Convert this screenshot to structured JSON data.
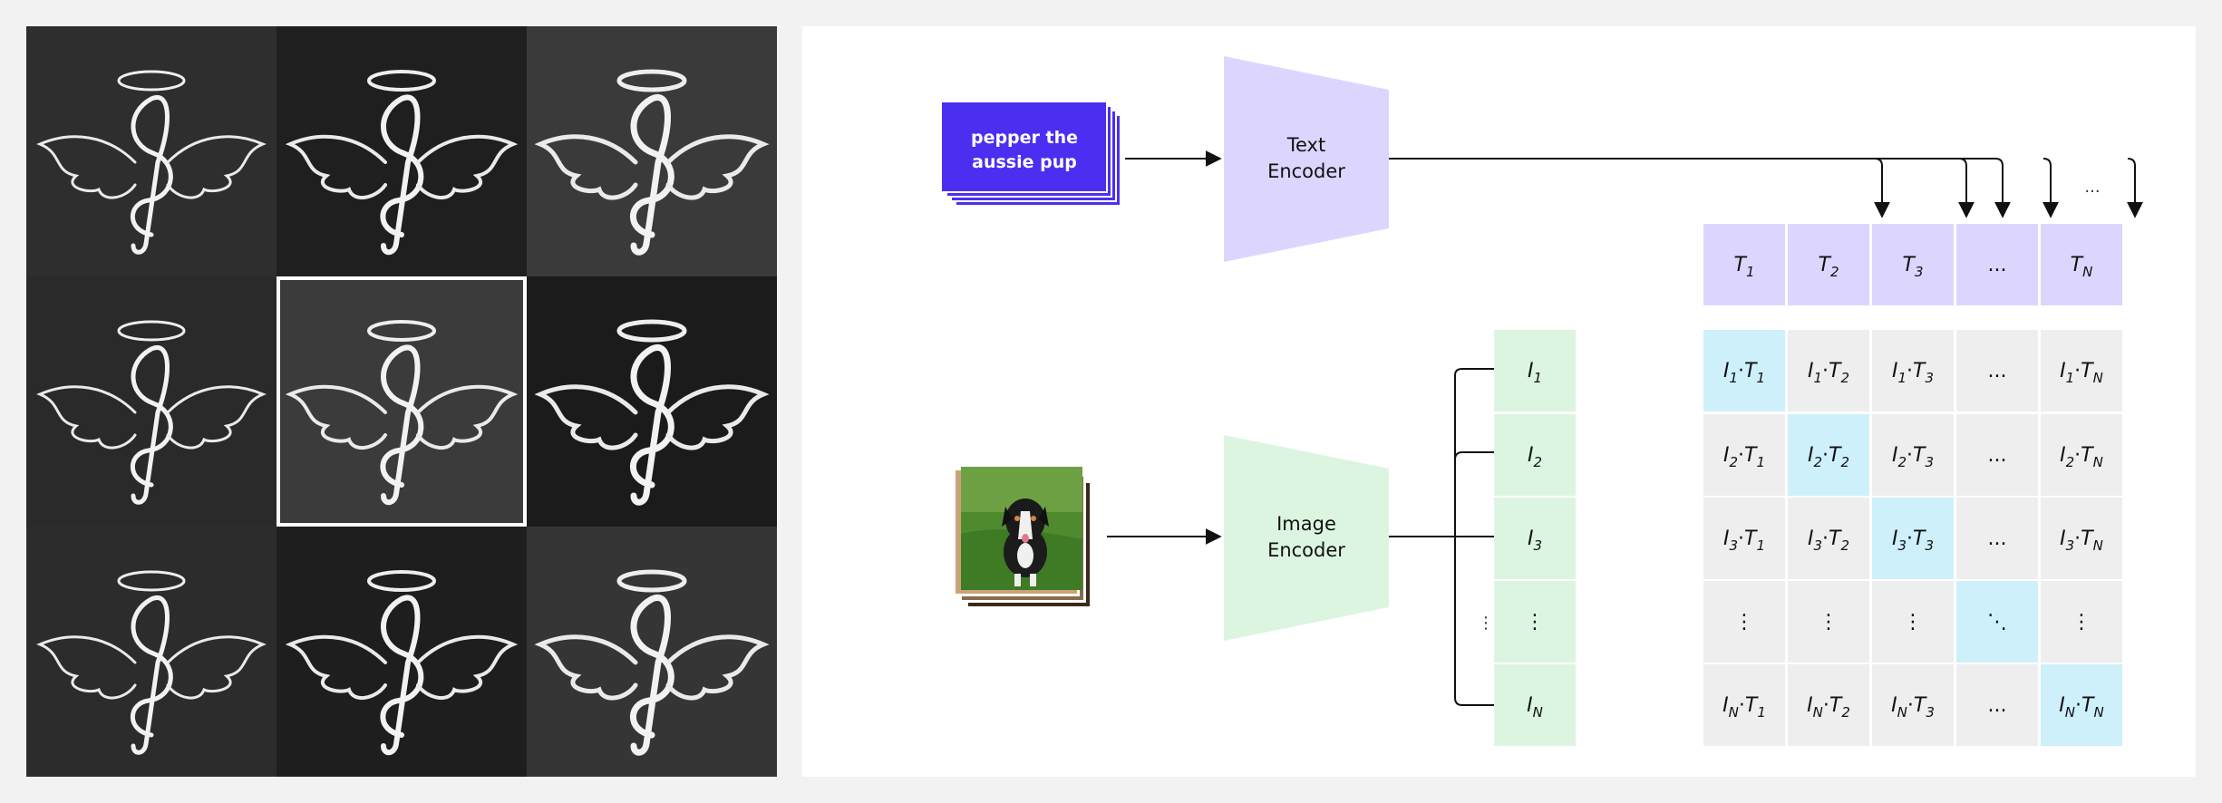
{
  "text_input": {
    "caption_line1": "pepper the",
    "caption_line2": "aussie pup"
  },
  "text_encoder": {
    "line1": "Text",
    "line2": "Encoder"
  },
  "image_encoder": {
    "line1": "Image",
    "line2": "Encoder"
  },
  "text_embeddings": [
    "T1",
    "T2",
    "T3",
    "...",
    "TN"
  ],
  "image_embeddings": [
    "I1",
    "I2",
    "I3",
    "⋮",
    "IN"
  ],
  "ellipsis_above_text": "...",
  "vertical_ellipsis_left": "⋮",
  "colors": {
    "text_input": "#4b2ff0",
    "text_encoder": "#dcd6ff",
    "image_encoder": "#dcf5e0",
    "text_cell": "#dcd6ff",
    "image_cell": "#dcf5e0",
    "matrix_cell": "#eeeeee",
    "diagonal_cell": "#cdf0fb"
  },
  "matrix": [
    [
      "I1·T1",
      "I1·T2",
      "I1·T3",
      "...",
      "I1·TN"
    ],
    [
      "I2·T1",
      "I2·T2",
      "I2·T3",
      "...",
      "I2·TN"
    ],
    [
      "I3·T1",
      "I3·T2",
      "I3·T3",
      "...",
      "I3·TN"
    ],
    [
      "⋮",
      "⋮",
      "⋮",
      "⋱",
      "⋮"
    ],
    [
      "IN·T1",
      "IN·T2",
      "IN·T3",
      "...",
      "IN·TN"
    ]
  ],
  "highlighted_cells": [
    [
      0,
      0
    ],
    [
      1,
      1
    ],
    [
      2,
      2
    ],
    [
      3,
      3
    ],
    [
      4,
      4
    ]
  ],
  "left_grid": {
    "selected_tile": 4,
    "tile_count": 9
  }
}
